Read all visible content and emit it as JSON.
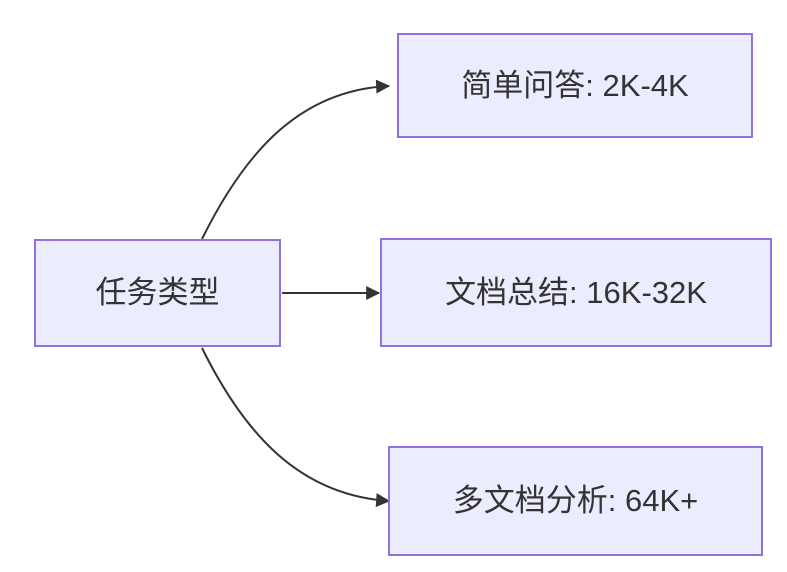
{
  "diagram": {
    "type": "flowchart",
    "direction": "left-to-right",
    "root": {
      "label": "任务类型"
    },
    "branches": [
      {
        "id": "simple-qa",
        "label": "简单问答: 2K-4K"
      },
      {
        "id": "doc-summary",
        "label": "文档总结: 16K-32K"
      },
      {
        "id": "multi-doc",
        "label": "多文档分析: 64K+"
      }
    ],
    "edges": [
      {
        "from": "任务类型",
        "to": "简单问答: 2K-4K"
      },
      {
        "from": "任务类型",
        "to": "文档总结: 16K-32K"
      },
      {
        "from": "任务类型",
        "to": "多文档分析: 64K+"
      }
    ],
    "colors": {
      "node_fill": "#ECECFF",
      "node_border": "#9370DB",
      "edge": "#333333",
      "text": "#333333",
      "background": "#FFFFFF"
    }
  }
}
